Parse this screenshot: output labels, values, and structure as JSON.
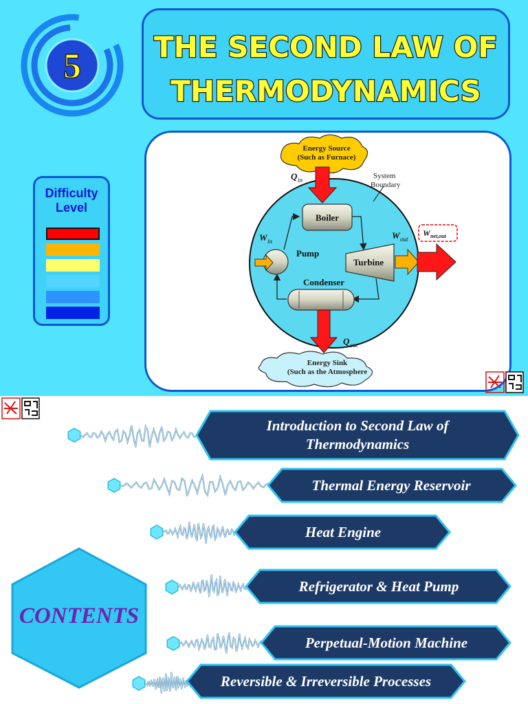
{
  "header": {
    "chapter_number": "5",
    "title_line1": "THE SECOND LAW OF",
    "title_line2": "THERMODYNAMICS"
  },
  "difficulty": {
    "label": "Difficulty\nLevel",
    "colors": [
      "#ff0000",
      "#ffb400",
      "#ffff6e",
      "#51d4ff",
      "#2f93ff",
      "#0022e6"
    ]
  },
  "diagram": {
    "source_line1": "Energy Source",
    "source_line2": "(Such as Furnace)",
    "q_in": "Q",
    "q_in_sub": "in",
    "boundary_line1": "System",
    "boundary_line2": "Boundary",
    "boiler": "Boiler",
    "w_in": "W",
    "w_in_sub": "in",
    "pump": "Pump",
    "w_out": "W",
    "w_out_sub": "out",
    "w_net": "W",
    "w_net_sub": "net,out",
    "turbine": "Turbine",
    "condenser": "Condenser",
    "q_out": "Q",
    "q_out_sub": "out",
    "sink_line1": "Energy Sink",
    "sink_line2": "(Such as the Atmosphere"
  },
  "contents": {
    "heading": "CONTENTS",
    "items": [
      "Introduction to Second Law of\nThermodynamics",
      "Thermal Energy Reservoir",
      "Heat Engine",
      "Refrigerator & Heat Pump",
      "Perpetual-Motion Machine",
      "Reversible & Irreversible Processes"
    ]
  },
  "colors": {
    "background": "#52e4ff",
    "panel": "#3fd2f7",
    "border": "#0e57d1",
    "title_yellow": "#ffff33",
    "banner_fill": "#1d3a66",
    "banner_border": "#2fc4f5",
    "contents_text": "#7023ac"
  }
}
